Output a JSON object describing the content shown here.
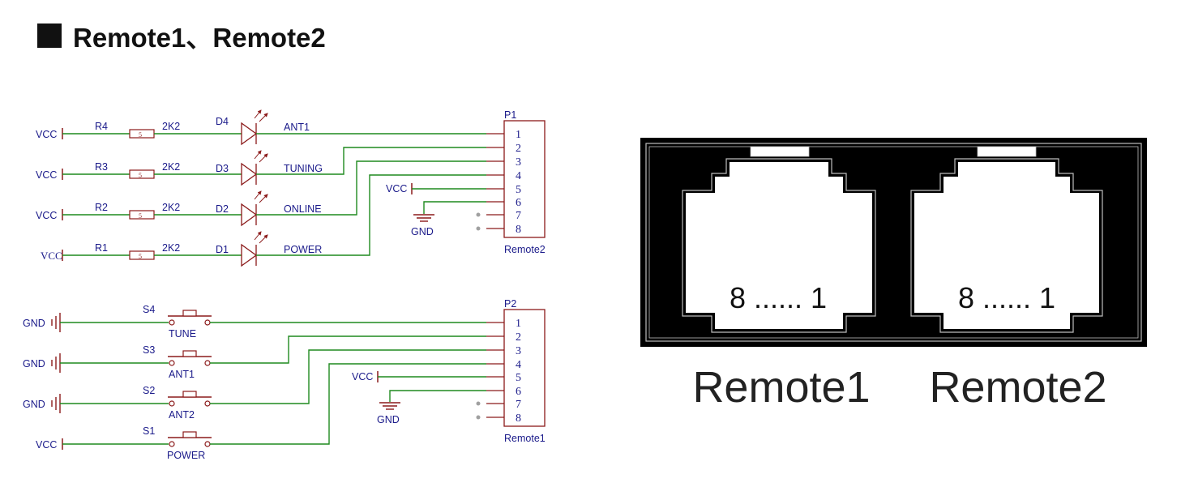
{
  "title": "Remote1、Remote2",
  "top_schematic": {
    "connector_ref": "P1",
    "connector_name": "Remote2",
    "pins": [
      "1",
      "2",
      "3",
      "4",
      "5",
      "6",
      "7",
      "8"
    ],
    "rows": [
      {
        "supply": "VCC",
        "resistor": "R4",
        "resistor_value": "2K2",
        "resistor_body": "5",
        "led": "D4",
        "signal": "ANT1"
      },
      {
        "supply": "VCC",
        "resistor": "R3",
        "resistor_value": "2K2",
        "resistor_body": "5",
        "led": "D3",
        "signal": "TUNING"
      },
      {
        "supply": "VCC",
        "resistor": "R2",
        "resistor_value": "2K2",
        "resistor_body": "5",
        "led": "D2",
        "signal": "ONLINE"
      },
      {
        "supply": "VCC",
        "resistor": "R1",
        "resistor_value": "2K2",
        "resistor_body": "5",
        "led": "D1",
        "signal": "POWER"
      }
    ],
    "vcc_label": "VCC",
    "gnd_label": "GND"
  },
  "bottom_schematic": {
    "connector_ref": "P2",
    "connector_name": "Remote1",
    "pins": [
      "1",
      "2",
      "3",
      "4",
      "5",
      "6",
      "7",
      "8"
    ],
    "rows": [
      {
        "supply": "GND",
        "switch": "S4",
        "label": "TUNE"
      },
      {
        "supply": "GND",
        "switch": "S3",
        "label": "ANT1"
      },
      {
        "supply": "GND",
        "switch": "S2",
        "label": "ANT2"
      },
      {
        "supply": "VCC",
        "switch": "S1",
        "label": "POWER"
      }
    ],
    "vcc_label": "VCC",
    "gnd_label": "GND"
  },
  "jack_drawing": {
    "left_pins": "8 ...... 1",
    "right_pins": "8 ...... 1",
    "left_label": "Remote1",
    "right_label": "Remote2"
  },
  "colors": {
    "wire": "#1f8a1f",
    "component": "#8b1a1a",
    "label": "#1a1a8a",
    "dot": "#a0a0a0"
  }
}
